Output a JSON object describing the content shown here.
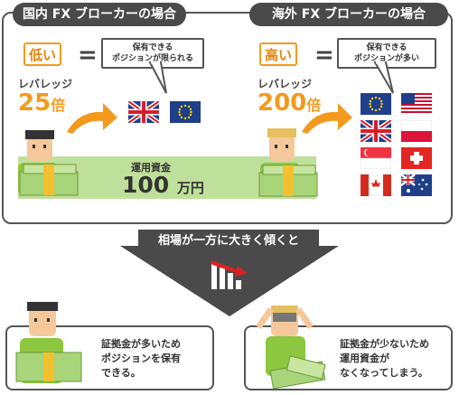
{
  "left": {
    "title": "国内 FX ブローカーの場合",
    "badge": "低い",
    "bubble": [
      "保有できる",
      "ポジションが限られる"
    ],
    "leverage_label": "レバレッジ",
    "leverage_value": "25",
    "leverage_unit": "倍",
    "flags": [
      "uk-flag",
      "eu-flag"
    ]
  },
  "right": {
    "title": "海外 FX ブローカーの場合",
    "badge": "高い",
    "bubble": [
      "保有できる",
      "ポジションが多い"
    ],
    "leverage_label": "レバレッジ",
    "leverage_value": "200",
    "leverage_unit": "倍",
    "flags": [
      "eu-flag",
      "us-flag",
      "uk-flag",
      "poland-flag",
      "singapore-flag",
      "swiss-flag",
      "canada-flag",
      "australia-flag"
    ]
  },
  "funds": {
    "label": "運用資金",
    "amount": "100",
    "unit": "万円"
  },
  "event": "相場が一方に大きく傾くと",
  "outcome_left": [
    "証拠金が多いため",
    "ポジションを保有",
    "できる。"
  ],
  "outcome_right": [
    "証拠金が少ないため",
    "運用資金が",
    "なくなってしまう。"
  ],
  "colors": {
    "orange": "#f39a1e",
    "dark": "#4a4a4a",
    "green": "#bfe09a",
    "red": "#e02020"
  }
}
